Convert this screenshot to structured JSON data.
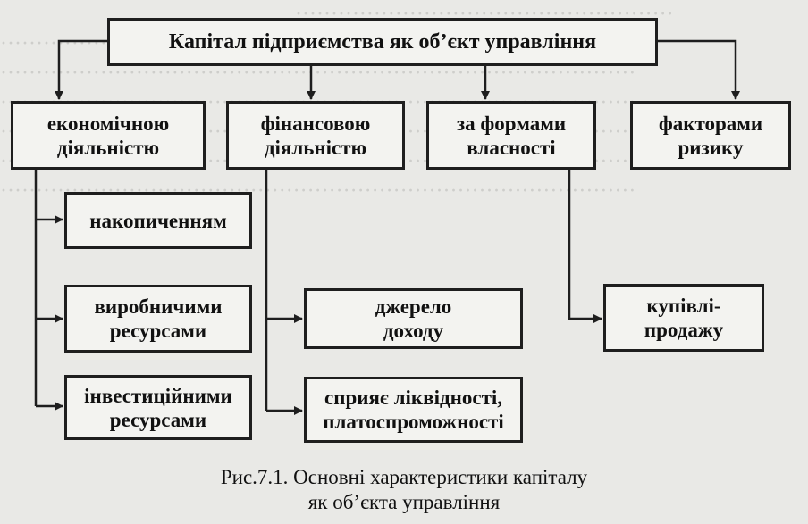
{
  "diagram": {
    "title": "Капітал підприємства як об’єкт управління",
    "categories": [
      {
        "id": "economic",
        "label": "економічною\nдіяльністю"
      },
      {
        "id": "financial",
        "label": "фінансовою\nдіяльністю"
      },
      {
        "id": "ownership",
        "label": "за формами\nвласності"
      },
      {
        "id": "risk",
        "label": "факторами\nризику"
      }
    ],
    "economic_items": [
      {
        "id": "accumulation",
        "label": "накопиченням"
      },
      {
        "id": "production",
        "label": "виробничими\nресурсами"
      },
      {
        "id": "investment",
        "label": "інвестиційними\nресурсами"
      }
    ],
    "financial_items": [
      {
        "id": "income",
        "label": "джерело\nдоходу"
      },
      {
        "id": "liquidity",
        "label": "сприяє ліквідності,\nплатоспроможності"
      }
    ],
    "ownership_items": [
      {
        "id": "trade",
        "label": "купівлі-\nпродажу"
      }
    ]
  },
  "caption": {
    "line1": "Рис.7.1. Основні характеристики капіталу",
    "line2": "як об’єкта управління"
  }
}
